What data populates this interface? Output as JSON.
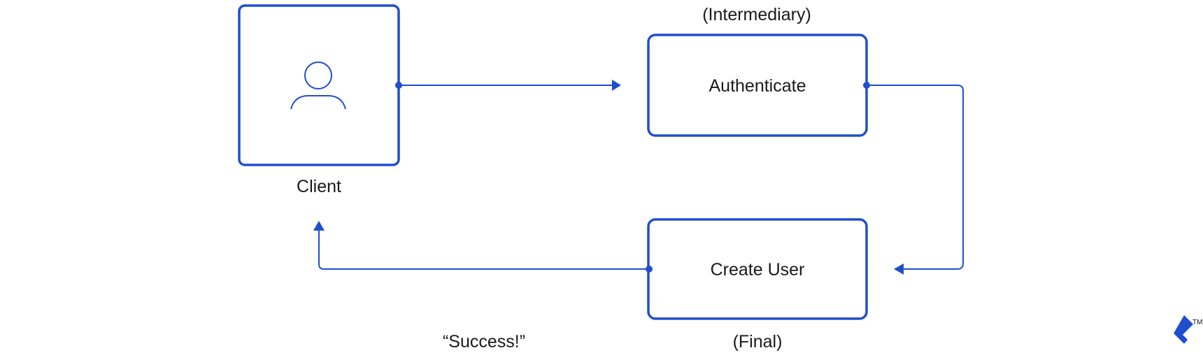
{
  "colors": {
    "accent": "#204ecf",
    "text": "#1a1a1a"
  },
  "nodes": {
    "client": {
      "label": "Client",
      "icon": "user-icon"
    },
    "authenticate": {
      "label": "Authenticate",
      "caption": "(Intermediary)"
    },
    "create_user": {
      "label": "Create User",
      "caption": "(Final)"
    }
  },
  "edges": {
    "response": {
      "label": "“Success!”"
    }
  },
  "brand": {
    "icon": "toptal-logo-icon",
    "mark": "TM"
  }
}
